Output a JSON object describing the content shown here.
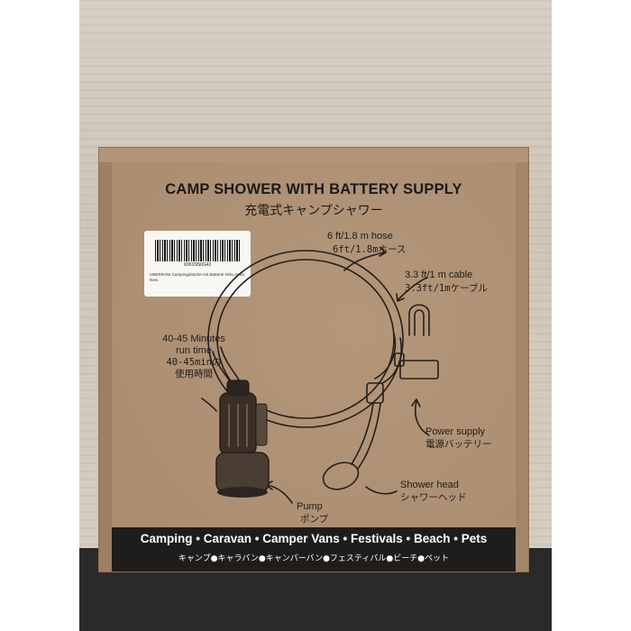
{
  "box": {
    "title_en": "CAMP SHOWER WITH BATTERY SUPPLY",
    "title_jp": "充電式キャンプシャワー"
  },
  "sticker": {
    "code": "X001NS0G42",
    "description": "UBERRAW Campingdusche mit Batterie Akku Grün New"
  },
  "labels": {
    "hose_en": "6 ft/1.8 m hose",
    "hose_jp": "6ft/1.8mホース",
    "cable_en": "3.3 ft/1 m cable",
    "cable_jp": "3.3ft/1mケーブル",
    "runtime_en_line1": "40-45 Minutes",
    "runtime_en_line2": "run time",
    "runtime_jp_line1": "40-45minの",
    "runtime_jp_line2": "使用時間",
    "power_en": "Power supply",
    "power_jp": "電源バッテリー",
    "showerhead_en": "Shower head",
    "showerhead_jp": "シャワーヘッド",
    "pump_en": "Pump",
    "pump_jp": "ポンプ"
  },
  "banner": {
    "en": "Camping • Caravan • Camper Vans • Festivals • Beach • Pets",
    "jp": "キャンプ●キャラバン●キャンパーバン●フェスティバル●ビーチ●ペット"
  },
  "colors": {
    "cardboard": "#b09173",
    "ink": "#1c1a18",
    "banner": "#1f1d1b",
    "pump_dark": "#3a2f27",
    "wood": "#d2c8bb"
  }
}
